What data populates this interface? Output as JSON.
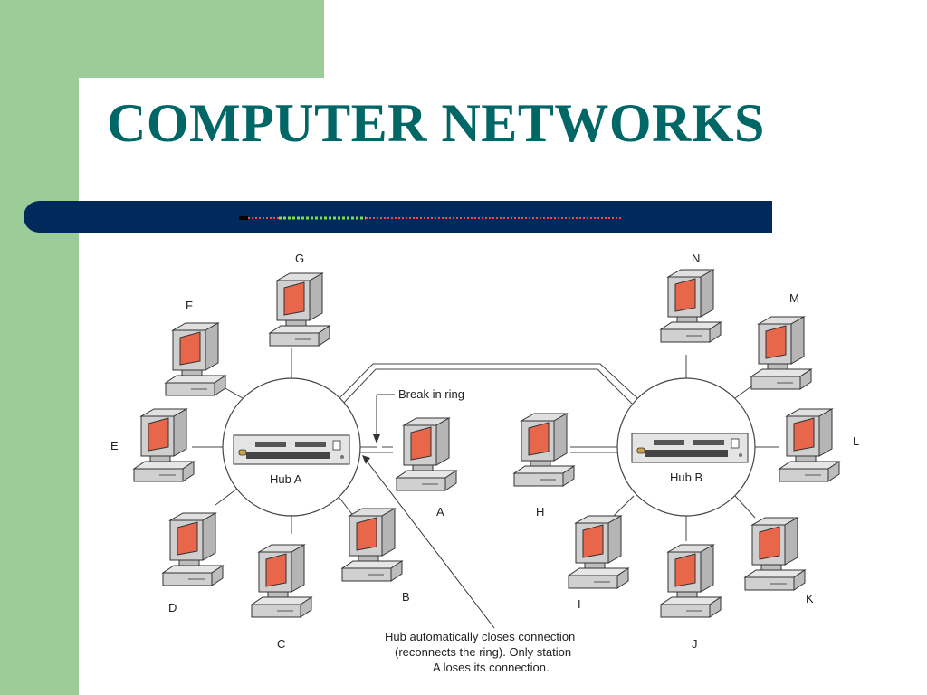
{
  "slide": {
    "title": "COMPUTER NETWORKS",
    "colors": {
      "background": "#ffffff",
      "side_band": "#9ccc98",
      "title": "#006666",
      "bar": "#002a5c",
      "screen": "#e8664a"
    }
  },
  "diagram": {
    "hubs": [
      {
        "id": "hub-a",
        "label": "Hub A"
      },
      {
        "id": "hub-b",
        "label": "Hub B"
      }
    ],
    "stations": [
      "A",
      "B",
      "C",
      "D",
      "E",
      "F",
      "G",
      "H",
      "I",
      "J",
      "K",
      "L",
      "M",
      "N"
    ],
    "annotations": {
      "break": "Break in ring",
      "note_line1": "Hub automatically closes connection",
      "note_line2": "(reconnects the ring). Only station",
      "note_line3": "A loses its connection."
    }
  }
}
